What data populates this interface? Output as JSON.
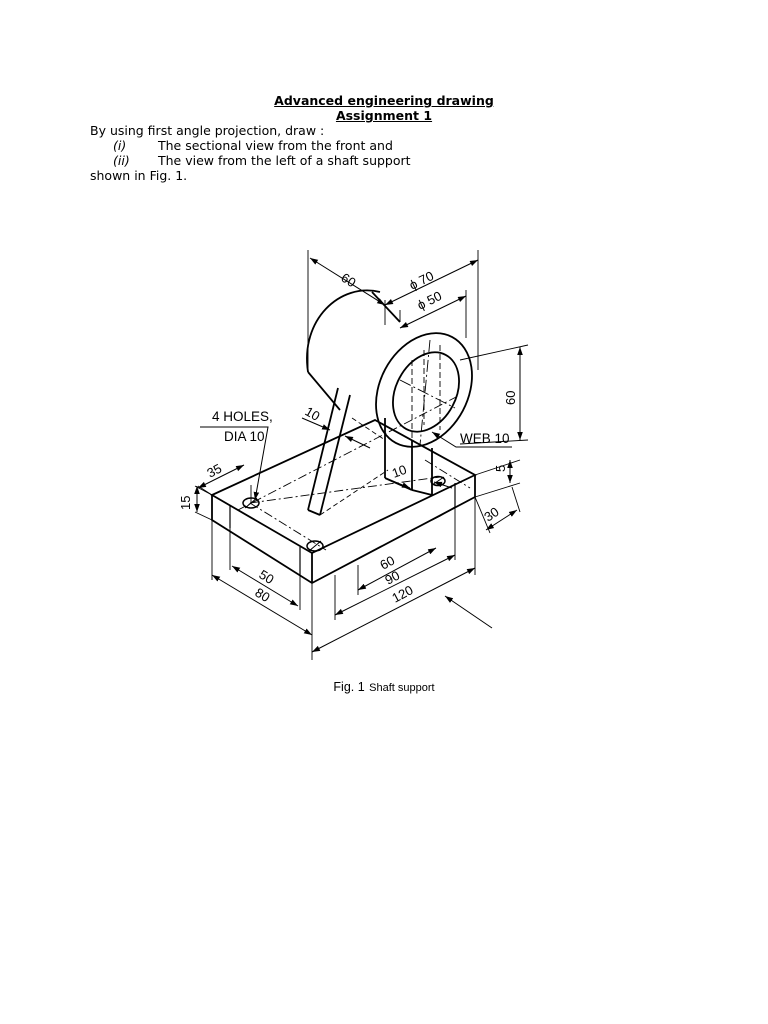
{
  "heading": {
    "title": "Advanced engineering drawing",
    "subtitle": "Assignment 1"
  },
  "instructions": {
    "intro": "By using  first angle projection, draw :",
    "items": [
      {
        "num": "(i)",
        "text": "The sectional view from the front and"
      },
      {
        "num": "(ii)",
        "text": "The view from the left of a shaft support"
      }
    ],
    "outro": "shown in Fig. 1."
  },
  "figure": {
    "labels": {
      "holes_line1": "4 HOLES,",
      "holes_line2": "DIA 10",
      "web": "WEB 10",
      "d60_top": "60",
      "phi70": "ϕ 70",
      "phi50": "ϕ 50",
      "d60_right": "60",
      "d10_web": "10",
      "d10_mid": "10",
      "d35": "35",
      "d15": "15",
      "d5": "5",
      "d30": "30",
      "d50": "50",
      "d80": "80",
      "d60_base": "60",
      "d90": "90",
      "d120": "120"
    },
    "caption_main": "Fig. 1",
    "caption_sub": "Shaft support"
  }
}
